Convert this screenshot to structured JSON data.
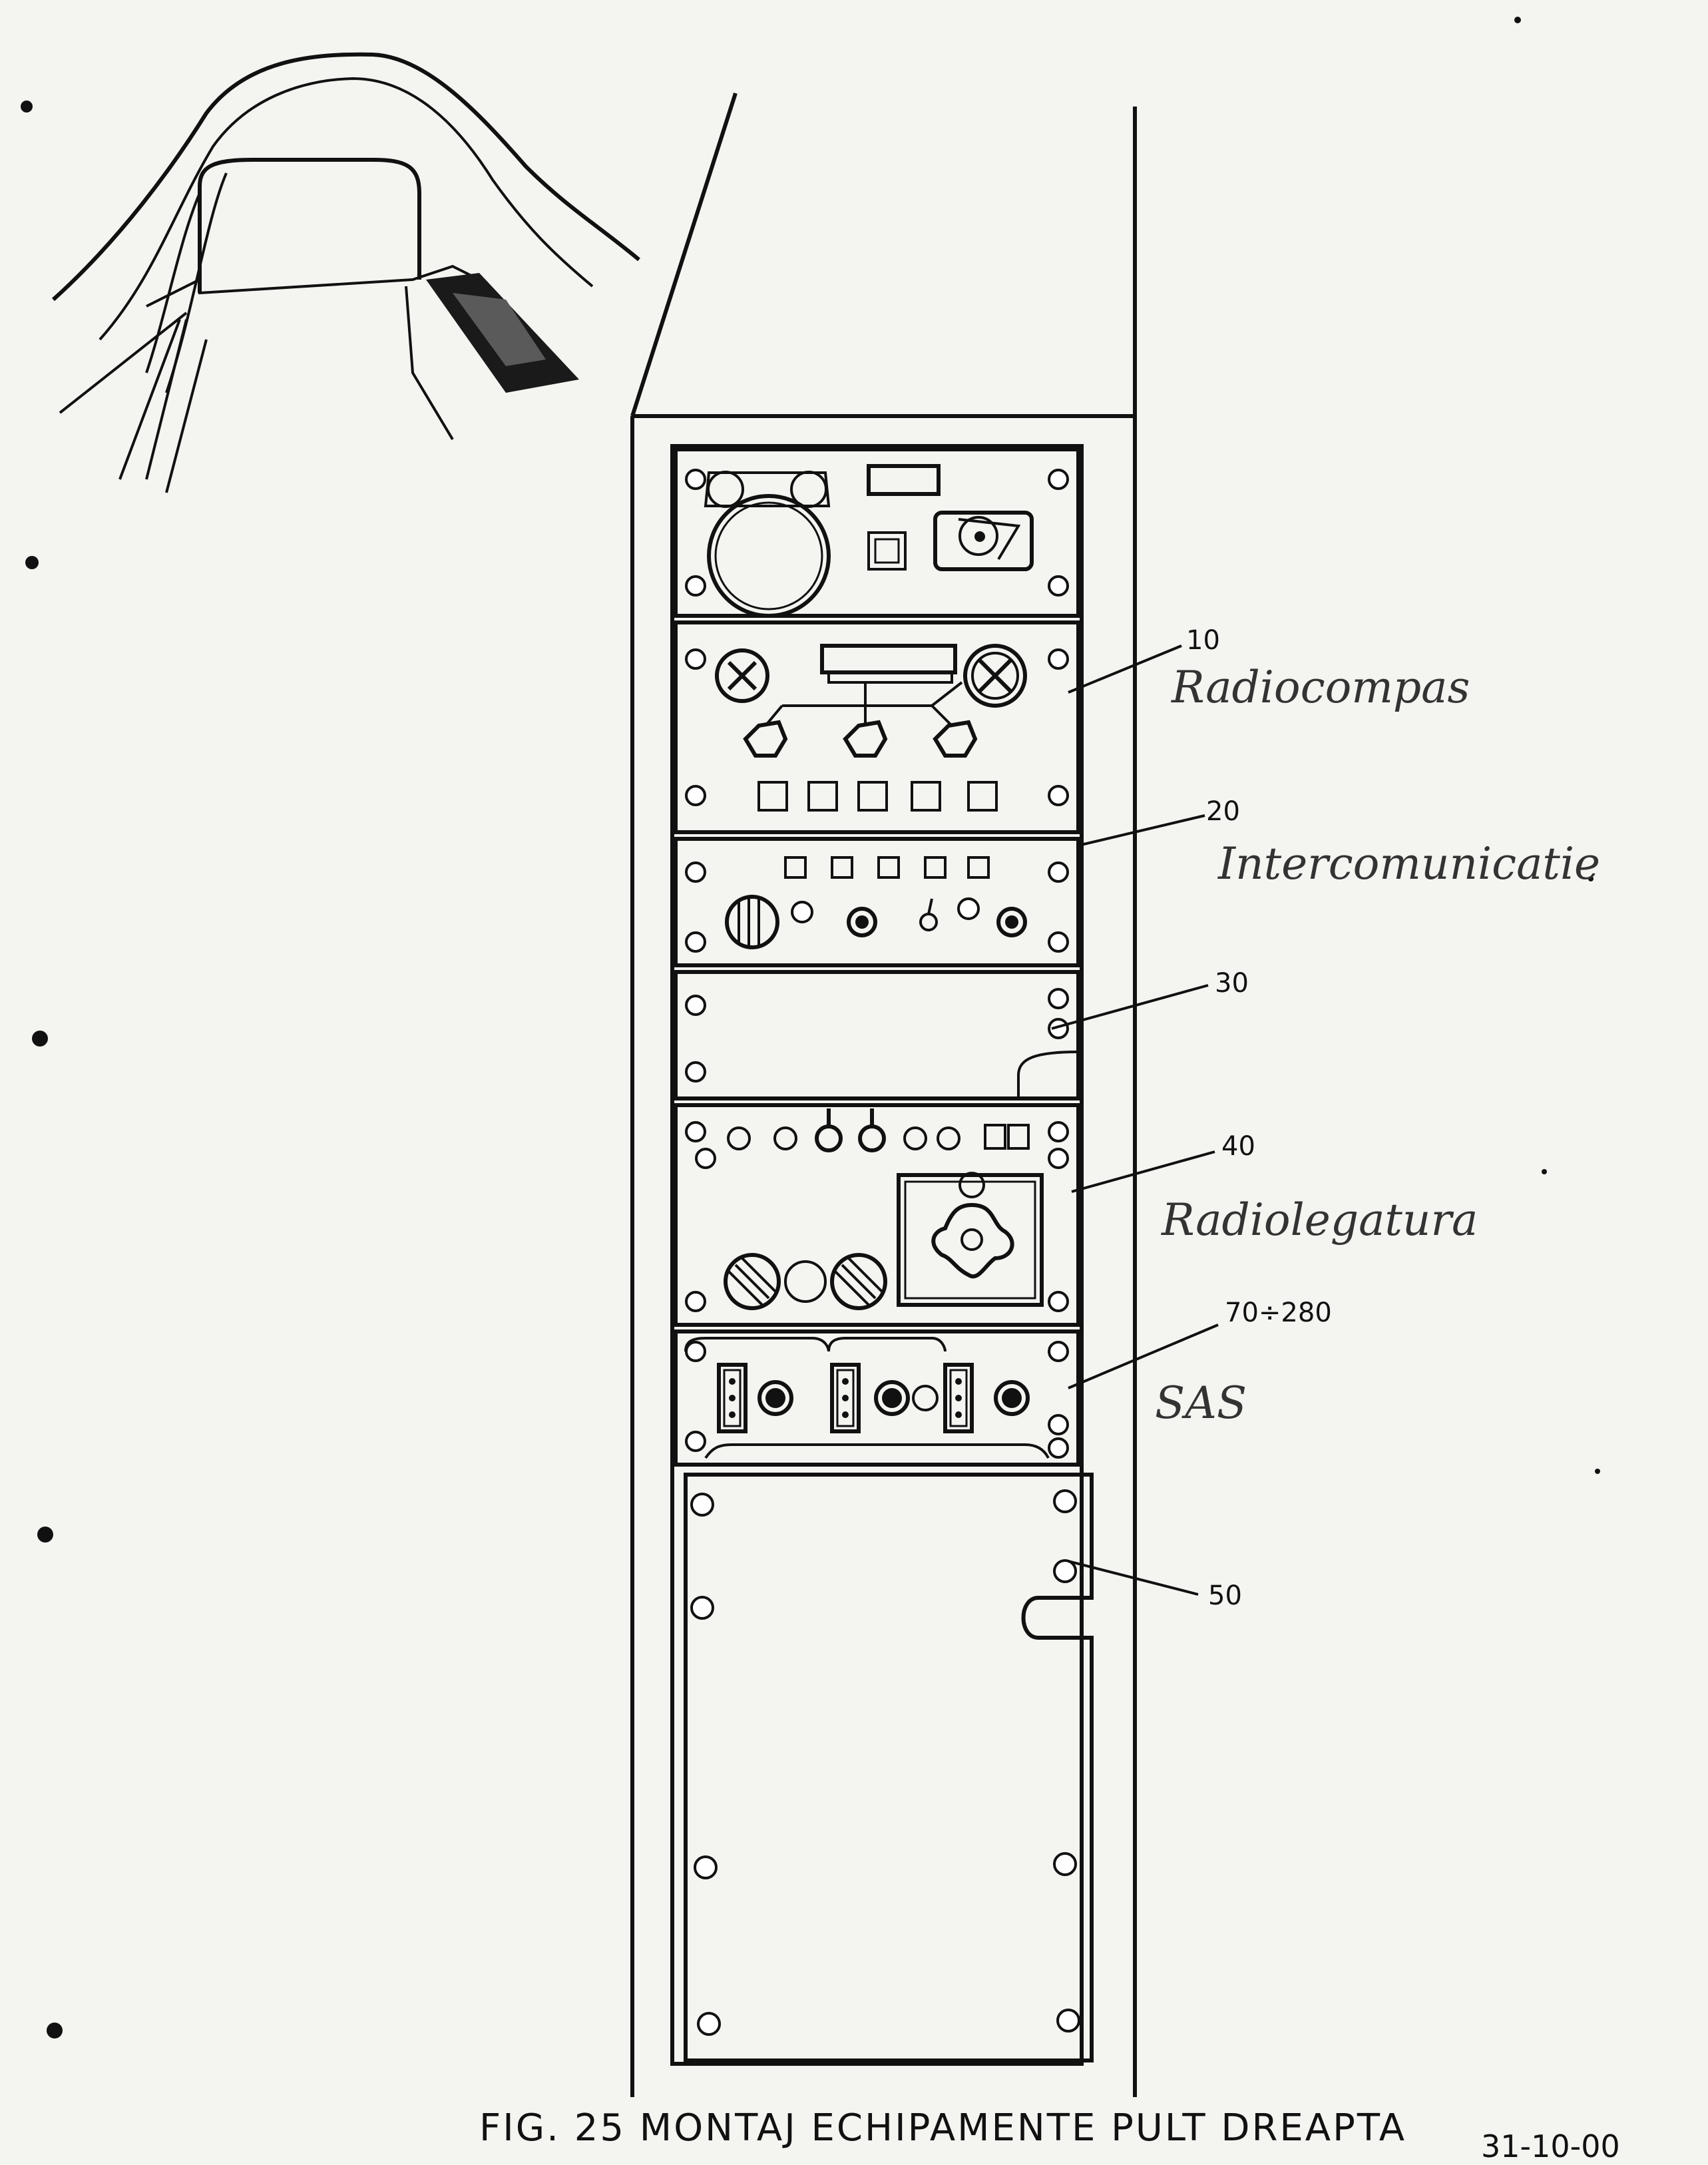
{
  "figure": {
    "caption": "FIG. 25 MONTAJ ECHIPAMENTE PULT DREAPTA",
    "document_number": "31-10-00"
  },
  "callouts": [
    {
      "id": "10",
      "label": "10",
      "handwritten": "Radiocompas"
    },
    {
      "id": "20",
      "label": "20",
      "handwritten": "Intercomunicatie"
    },
    {
      "id": "30",
      "label": "30",
      "handwritten": ""
    },
    {
      "id": "40",
      "label": "40",
      "handwritten": "Radiolegatura"
    },
    {
      "id": "70-280",
      "label": "70÷280",
      "handwritten": "SAS"
    },
    {
      "id": "50",
      "label": "50",
      "handwritten": ""
    }
  ],
  "colors": {
    "paper": "#f4f4f1",
    "ink": "#111111",
    "pencil": "#333333"
  }
}
